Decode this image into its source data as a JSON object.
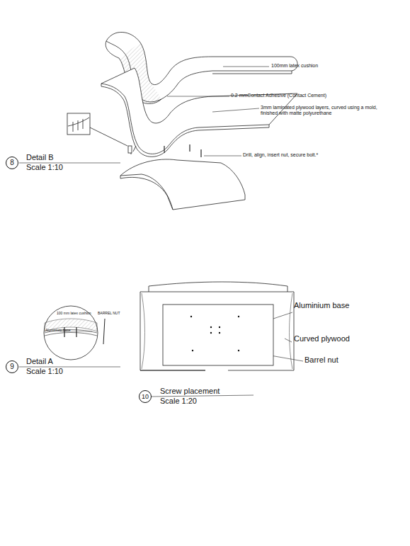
{
  "diagram": {
    "nodes": [
      {
        "text": [
          "8"
        ]
      },
      {
        "text": [
          "9"
        ]
      },
      {
        "text": [
          "10"
        ]
      }
    ],
    "labels": [
      "100mm latex cushion",
      "0.2 mmContact Adhesive (Contact Cement)",
      "3mm laminated plywood layers, curved using a mold, finished with matte polyurethane",
      "Drill, align, insert nut, secure bolt.*",
      "Detail B",
      "Scale 1:10",
      "100 mm latex cushion",
      "BARREL NUT",
      "Aluminium base",
      "Detail A",
      "Scale 1:10",
      "Aluminium base",
      "Curved plywood",
      "Barrel nut",
      "Screw placement",
      "Scale 1:20"
    ]
  }
}
